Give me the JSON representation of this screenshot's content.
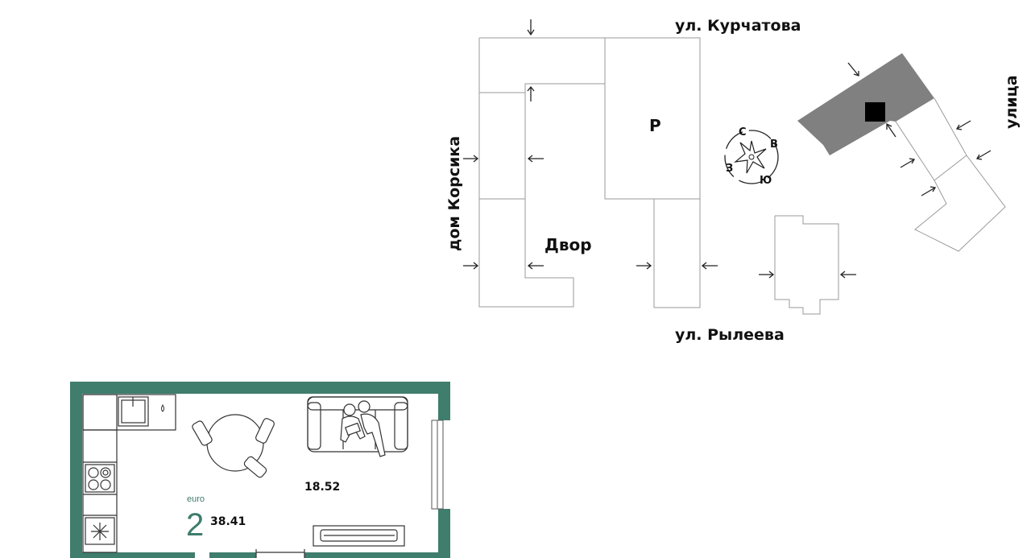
{
  "site_plan": {
    "street_top": "ул. Курчатова",
    "street_bottom": "ул. Рылеева",
    "street_right": "улица",
    "neighbor_building": "дом Корсика",
    "courtyard": "Двор",
    "parking_mark": "P",
    "compass": {
      "north": "С",
      "east": "В",
      "south": "Ю",
      "west": "З"
    }
  },
  "floor_plan": {
    "type_label": "euro",
    "rooms_count": "2",
    "total_area": "38.41",
    "living_room_area": "18.52",
    "colors": {
      "wall": "#3f7d6c",
      "highlight_building": "#808080",
      "marker": "#000000"
    }
  }
}
